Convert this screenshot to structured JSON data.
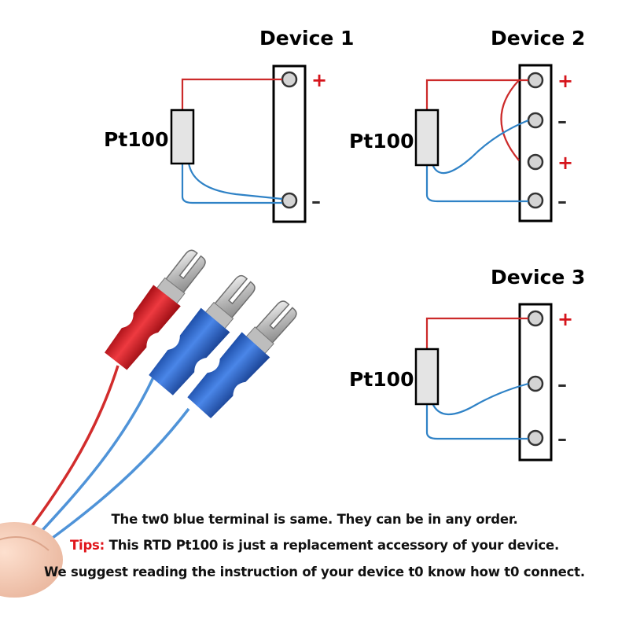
{
  "colors": {
    "positive": "#d5141b",
    "negative": "#2d2d2d",
    "wire_red": "#cc2a2a",
    "wire_blue": "#2f82c6",
    "terminal_red": "#d8242c",
    "terminal_blue": "#2e6ad0"
  },
  "devices": [
    {
      "title": "Device 1",
      "sensor_label": "Pt100",
      "terminals": [
        "+",
        "–"
      ]
    },
    {
      "title": "Device 2",
      "sensor_label": "Pt100",
      "terminals": [
        "+",
        "–",
        "+",
        "–"
      ]
    },
    {
      "title": "Device 3",
      "sensor_label": "Pt100",
      "terminals": [
        "+",
        "–",
        "–"
      ]
    }
  ],
  "captions": {
    "line1": "The tw0 blue terminal is same. They can be in any order.",
    "tips_label": "Tips:",
    "line2": " This RTD Pt100 is just a replacement accessory of your device.",
    "line3": "We suggest reading the instruction of your device t0 know how t0 connect."
  }
}
